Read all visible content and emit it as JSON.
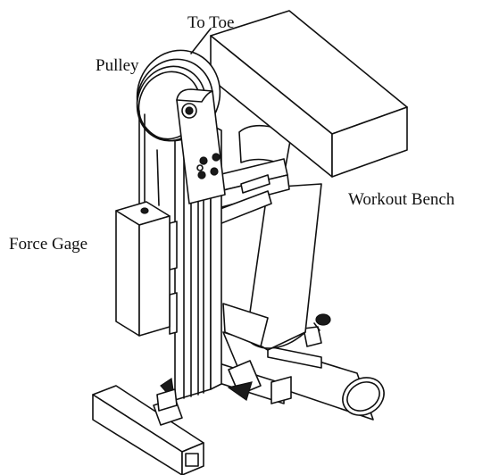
{
  "labels": {
    "to_toe": "To Toe",
    "pulley": "Pulley",
    "force_gage": "Force Gage",
    "workout_bench": "Workout Bench"
  }
}
